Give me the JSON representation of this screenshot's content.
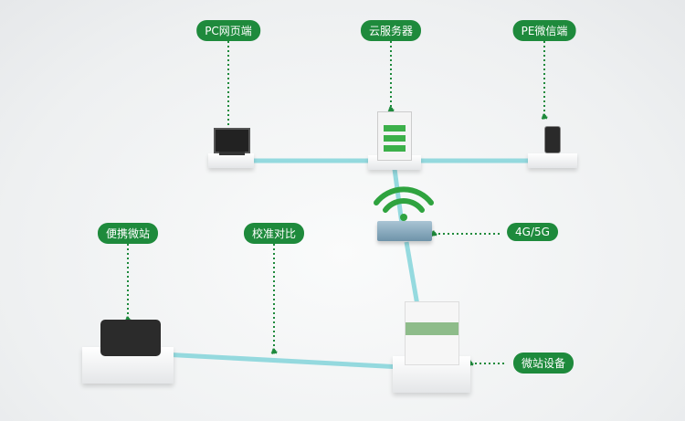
{
  "labels": {
    "pc": "PC网页端",
    "cloud": "云服务器",
    "pe": "PE微信端",
    "portable": "便携微站",
    "calibration": "校准对比",
    "network": "4G/5G",
    "device": "微站设备"
  },
  "colors": {
    "accent": "#1e8a3c",
    "link": "#7fd3d9"
  }
}
